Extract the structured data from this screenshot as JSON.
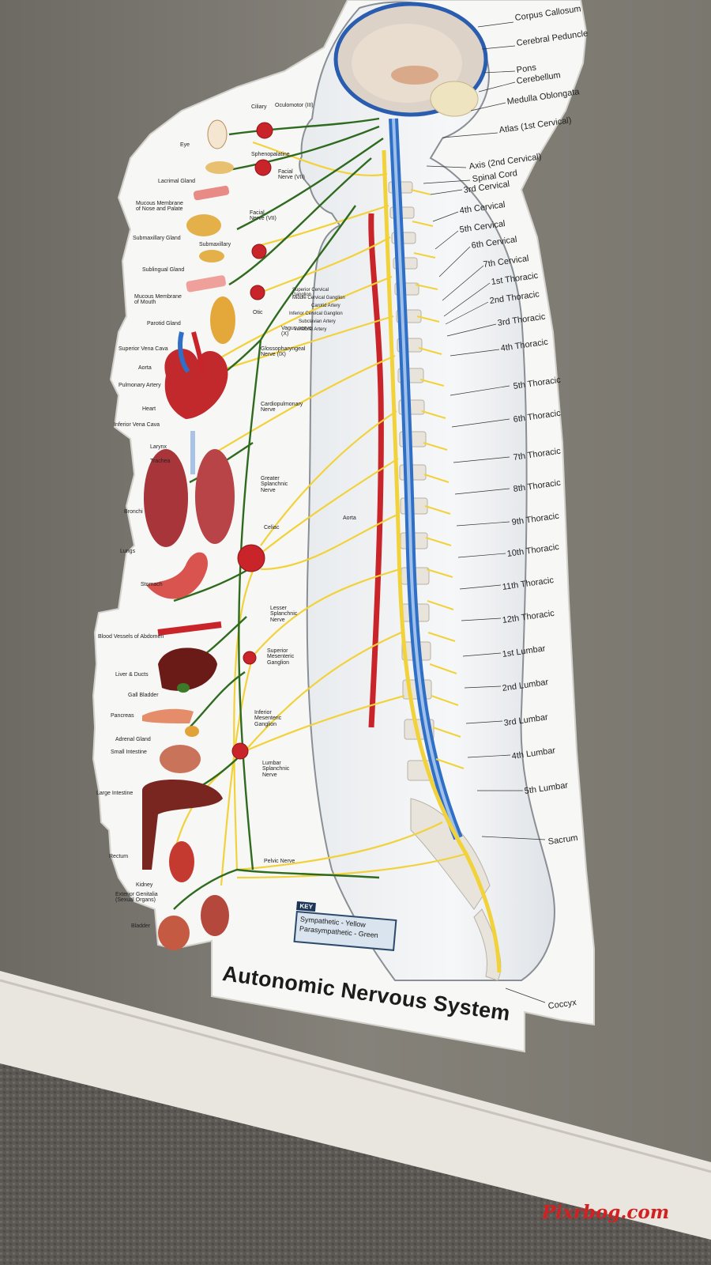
{
  "title": "Autonomic Nervous System",
  "key": {
    "heading": "KEY",
    "sympathetic": "Sympathetic - Yellow",
    "parasympathetic": "Parasympathetic - Green"
  },
  "watermark": "Pixrbog.com",
  "brain_labels": [
    "Corpus Callosum",
    "Cerebral Peduncle",
    "Pons",
    "Cerebellum",
    "Medulla Oblongata",
    "Atlas (1st Cervical)",
    "Axis (2nd Cervical)",
    "Spinal Cord"
  ],
  "vertebrae": [
    "3rd Cervical",
    "4th Cervical",
    "5th Cervical",
    "6th Cervical",
    "7th Cervical",
    "1st Thoracic",
    "2nd Thoracic",
    "3rd Thoracic",
    "4th Thoracic",
    "5th Thoracic",
    "6th Thoracic",
    "7th Thoracic",
    "8th Thoracic",
    "9th Thoracic",
    "10th Thoracic",
    "11th Thoracic",
    "12th Thoracic",
    "1st Lumbar",
    "2nd Lumbar",
    "3rd Lumbar",
    "4th Lumbar",
    "5th Lumbar",
    "Sacrum",
    "Coccyx"
  ],
  "organs": [
    "Eye",
    "Lacrimal Gland",
    "Mucous Membrane of Nose and Palate",
    "Submaxillary Gland",
    "Sublingual Gland",
    "Mucous Membrane of Mouth",
    "Parotid Gland",
    "Superior Vena Cava",
    "Aorta",
    "Pulmonary Artery",
    "Heart",
    "Inferior Vena Cava",
    "Larynx",
    "Trachea",
    "Bronchi",
    "Lungs",
    "Stomach",
    "Blood Vessels of Abdomen",
    "Liver & Ducts",
    "Gall Bladder",
    "Pancreas",
    "Adrenal Gland",
    "Small Intestine",
    "Large Intestine",
    "Rectum",
    "Kidney",
    "Exterior Genitalia (Sexual Organs)",
    "Bladder"
  ],
  "nerves": [
    "Ciliary",
    "Oculomotor (III)",
    "Sphenopalatine",
    "Facial Nerve (VII)",
    "Facial Nerve (VII)",
    "Submaxillary",
    "Otic",
    "Vagus nerve (X)",
    "Glossopharyngeal Nerve (IX)",
    "Superior Cervical Ganglion",
    "Middle Cervical Ganglion",
    "Carotid Artery",
    "Inferior Cervical Ganglion",
    "Subclavian Artery",
    "Vertebral Artery",
    "Cardiopulmonary Nerve",
    "Greater Splanchnic Nerve",
    "Celiac",
    "Aorta",
    "Lesser Splanchnic Nerve",
    "Superior Mesenteric Ganglion",
    "Inferior Mesenteric Ganglion",
    "Lumbar Splanchnic Nerve",
    "Pelvic Nerve"
  ],
  "colors": {
    "wall": "#7d7a73",
    "baseboard": "#e9e6df",
    "carpet": "#5d5a55",
    "poster": "#f7f7f5",
    "sympathetic": "#f2d23a",
    "parasympathetic": "#2f6b1f",
    "spinal_cord_blue": "#2f6fc6",
    "aorta_red": "#c8242a",
    "title_text": "#1c1c1c",
    "watermark": "#d42020"
  }
}
